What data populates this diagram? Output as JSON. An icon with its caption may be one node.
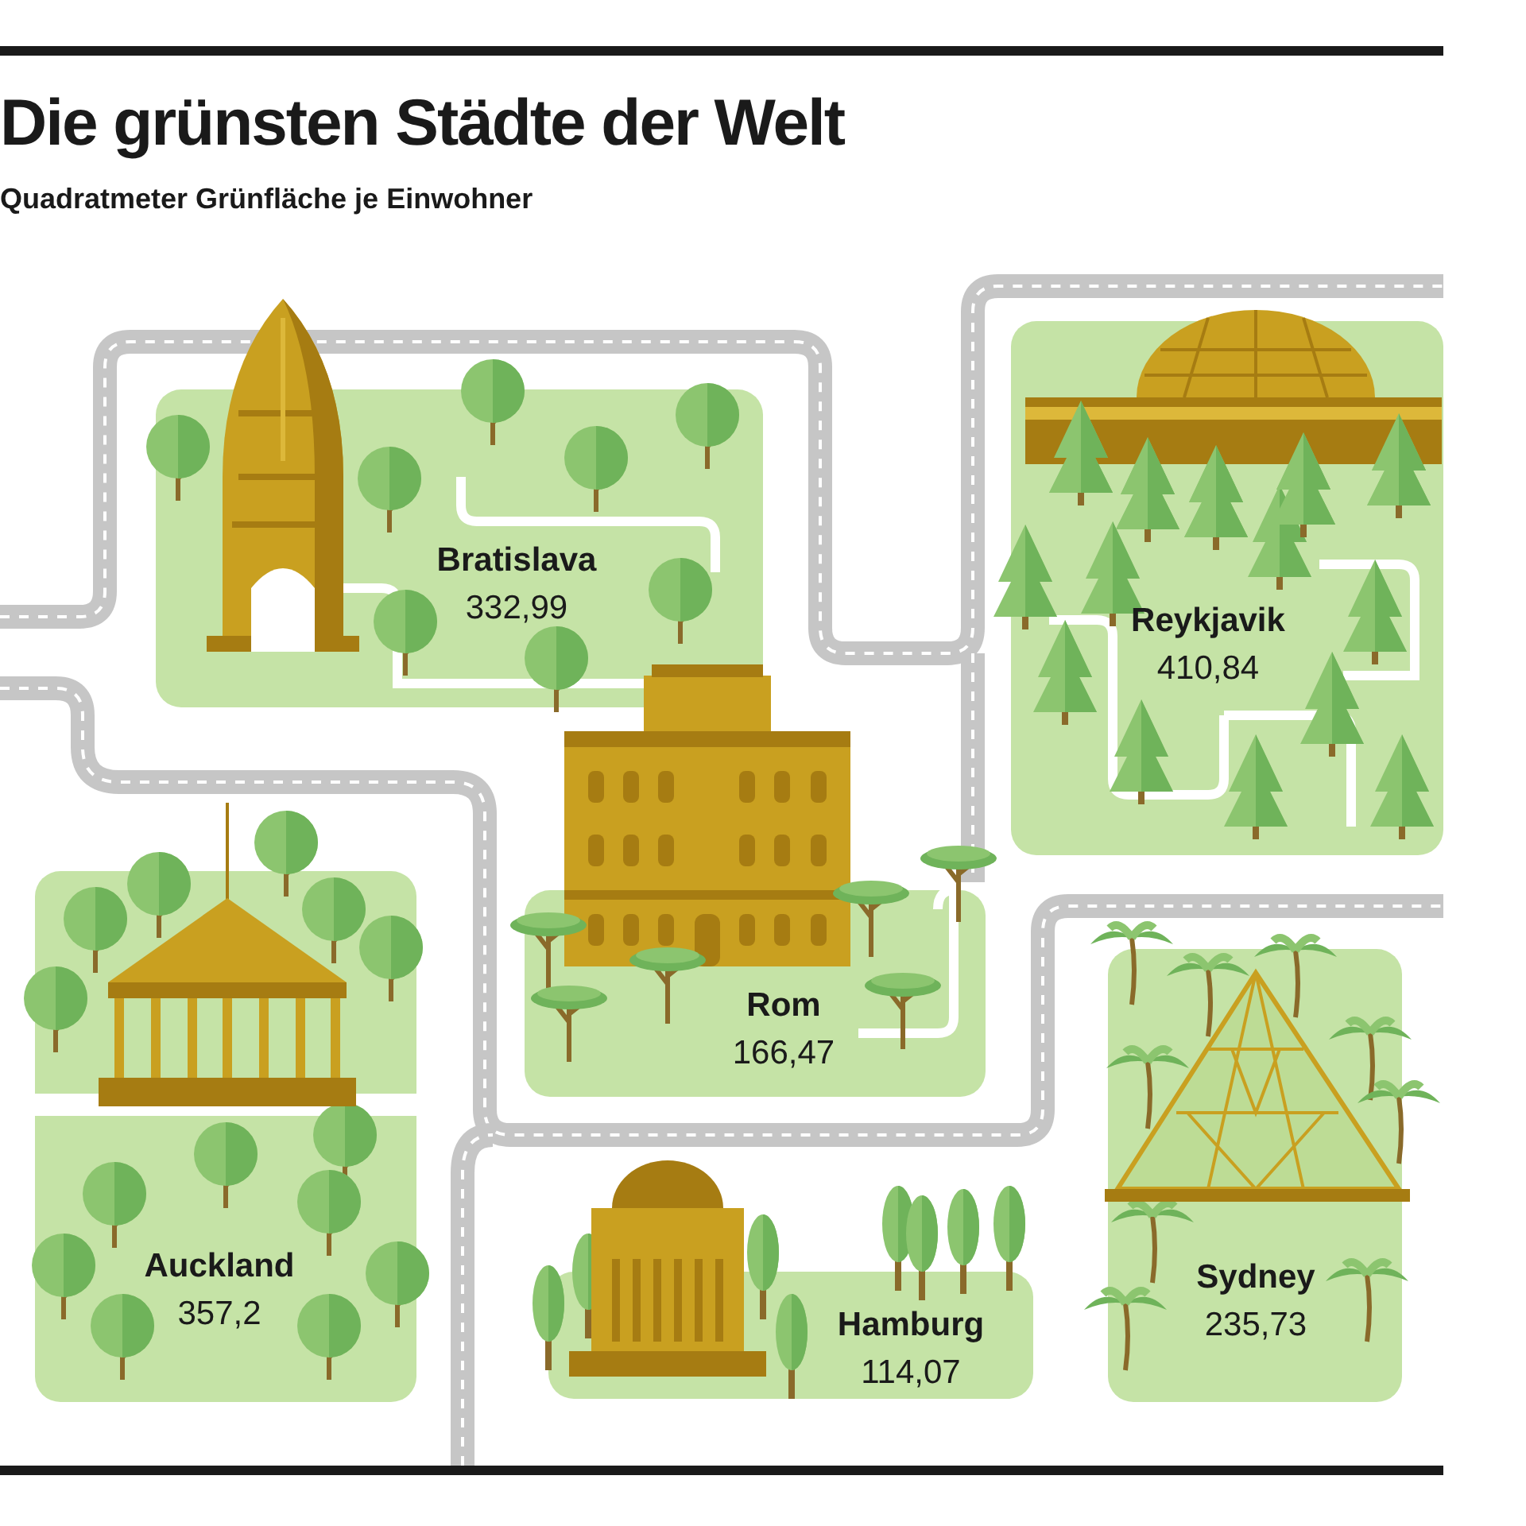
{
  "diagram": {
    "title": "Die grünsten Städte der Welt",
    "caption": "Quadratmeter Grünfläche je Einwohner",
    "nodes": [
      {
        "text": [
          "Bratislava",
          "332,99"
        ]
      },
      {
        "text": [
          "Reykjavik",
          "410,84"
        ]
      },
      {
        "text": [
          "Rom",
          "166,47"
        ]
      },
      {
        "text": [
          "Auckland",
          "357,2"
        ]
      },
      {
        "text": [
          "Hamburg",
          "114,07"
        ]
      },
      {
        "text": [
          "Sydney",
          "235,73"
        ]
      }
    ]
  }
}
